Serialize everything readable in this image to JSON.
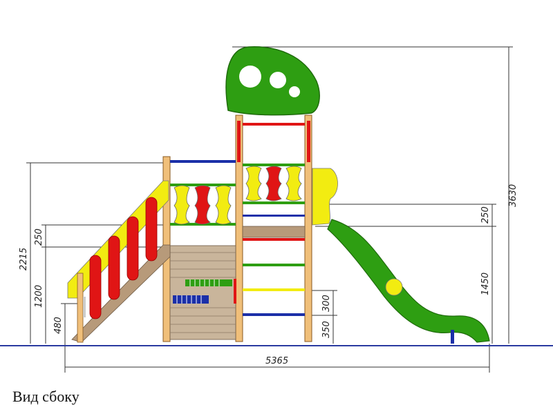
{
  "caption": "Вид сбоку",
  "dimensions": {
    "total_width": "5365",
    "total_height": "3630",
    "left_height": "2215",
    "left_step": "250",
    "platform_height": "1200",
    "low_step": "480",
    "slide_start": "1450",
    "slide_step": "250",
    "rung_300": "300",
    "rung_350": "350"
  },
  "colors": {
    "green": "#2e9e12",
    "red": "#e01515",
    "yellow": "#f2ec11",
    "wood": "#f0bf7a",
    "blue": "#1b2fa8",
    "floor": "#b79a7a",
    "ground": "#2a3aa0"
  }
}
